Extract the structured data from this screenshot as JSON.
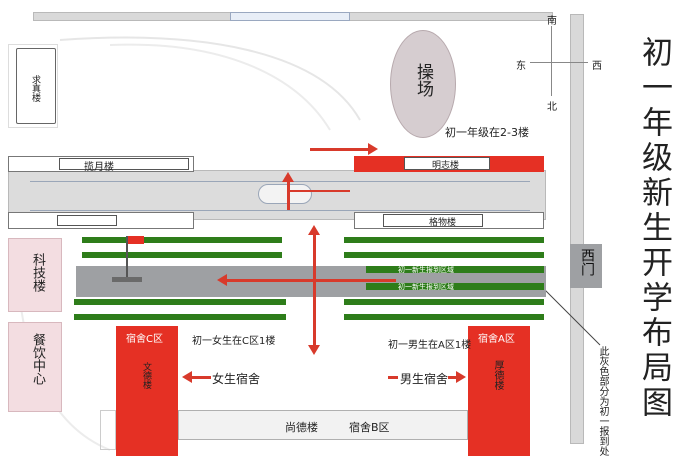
{
  "title": "初一年级新生开学布局图",
  "compass": {
    "north": "南",
    "east": "东",
    "south": "北",
    "west": "西"
  },
  "buildings": {
    "qiuzhen": "求真楼",
    "playground": "操场",
    "lanyue": "揽月楼",
    "mingzhi": "明志楼",
    "gewu": "格物楼",
    "keji": "科技楼",
    "canyin": "餐饮中心",
    "wende": "文德楼",
    "houde": "厚德楼",
    "shangde": "尚德楼",
    "dorm_b": "宿舍B区",
    "dorm_c": "宿舍C区",
    "dorm_a": "宿舍A区",
    "west_gate": "西门"
  },
  "notes": {
    "grade1_floor": "初一年级在2-3楼",
    "girls_dorm_note": "初一女生在C区1楼",
    "boys_dorm_note": "初一男生在A区1楼",
    "girls_dorm": "女生宿舍",
    "boys_dorm": "男生宿舍",
    "report_area_1": "初一新生报到区域",
    "report_area_2": "初一新生报到区域",
    "gray_note": "此灰色部分为初一报到处"
  },
  "colors": {
    "red": "#e53024",
    "green": "#2e7d1a",
    "gray": "#9ea0a3",
    "pink": "#f3dde1",
    "playground": "#d6cdd0"
  }
}
